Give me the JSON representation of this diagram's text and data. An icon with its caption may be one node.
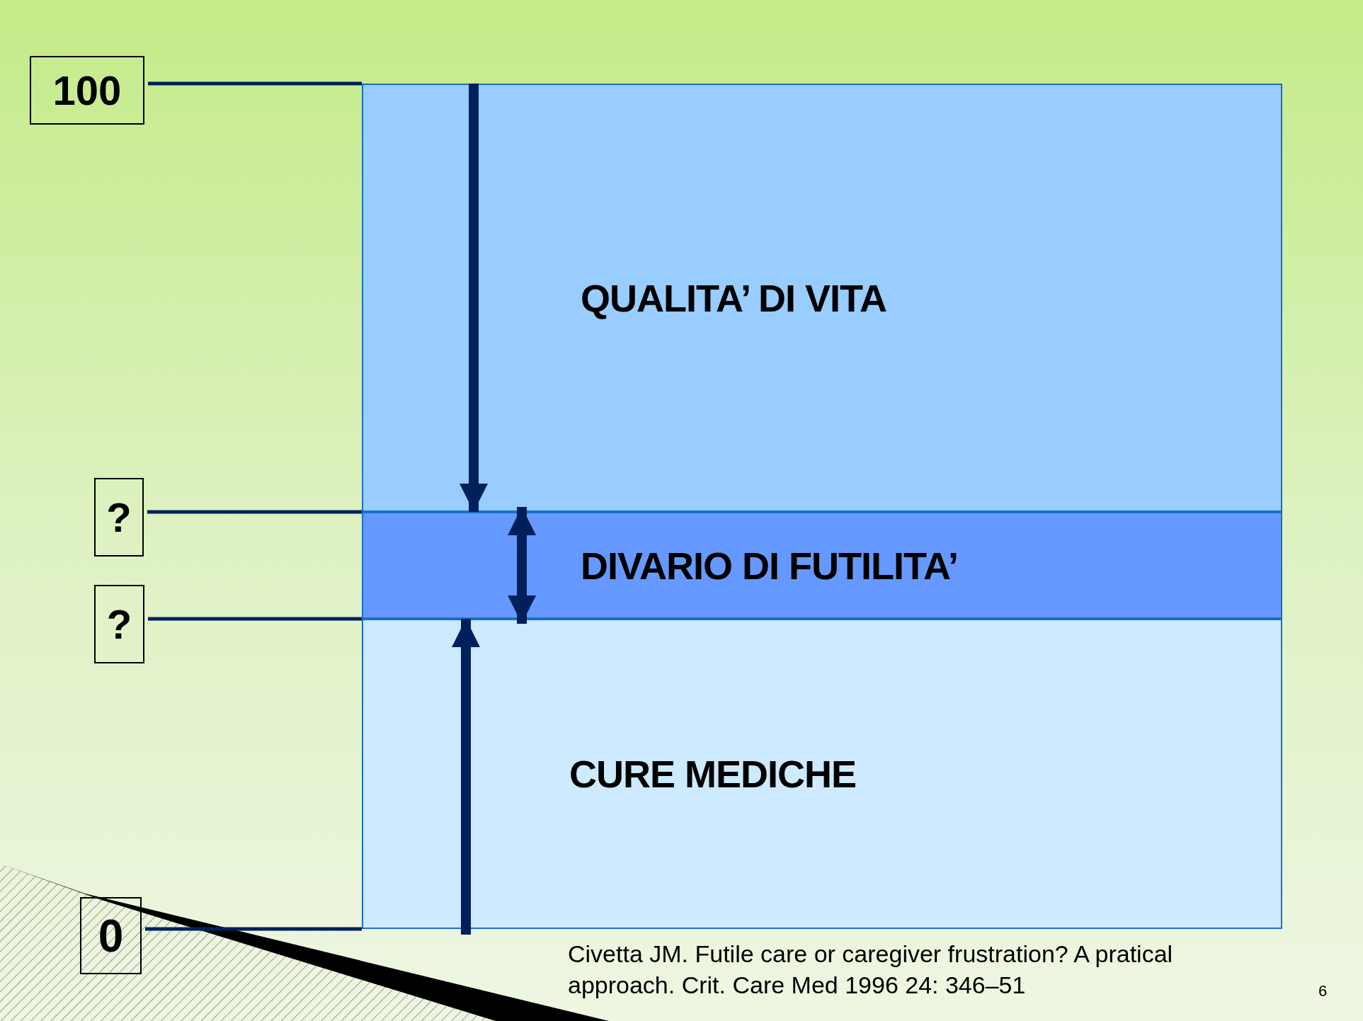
{
  "diagram": {
    "nodes": [
      {
        "text": [
          "100"
        ]
      },
      {
        "text": [
          "?"
        ]
      },
      {
        "text": [
          "?"
        ]
      },
      {
        "text": [
          "0"
        ]
      },
      {
        "text": [
          "QUALITA’ DI VITA"
        ]
      },
      {
        "text": [
          "DIVARIO DI FUTILITA’"
        ]
      },
      {
        "text": [
          "CURE MEDICHE"
        ]
      }
    ],
    "edges": [
      {
        "from": 0,
        "to": 4,
        "arrow": "none"
      },
      {
        "from": 1,
        "to": 5,
        "arrow": "none"
      },
      {
        "from": 2,
        "to": 5,
        "arrow": "none"
      },
      {
        "from": 3,
        "to": 6,
        "arrow": "none"
      },
      {
        "from": 4,
        "to": 5,
        "arrow": "to",
        "style": "thick"
      },
      {
        "from": 6,
        "to": 5,
        "arrow": "to",
        "style": "thick"
      }
    ],
    "labels": [
      "Civetta JM. Futile care or caregiver frustration? A pratical approach. Crit. Care Med 1996 24: 346–51",
      "6"
    ]
  }
}
